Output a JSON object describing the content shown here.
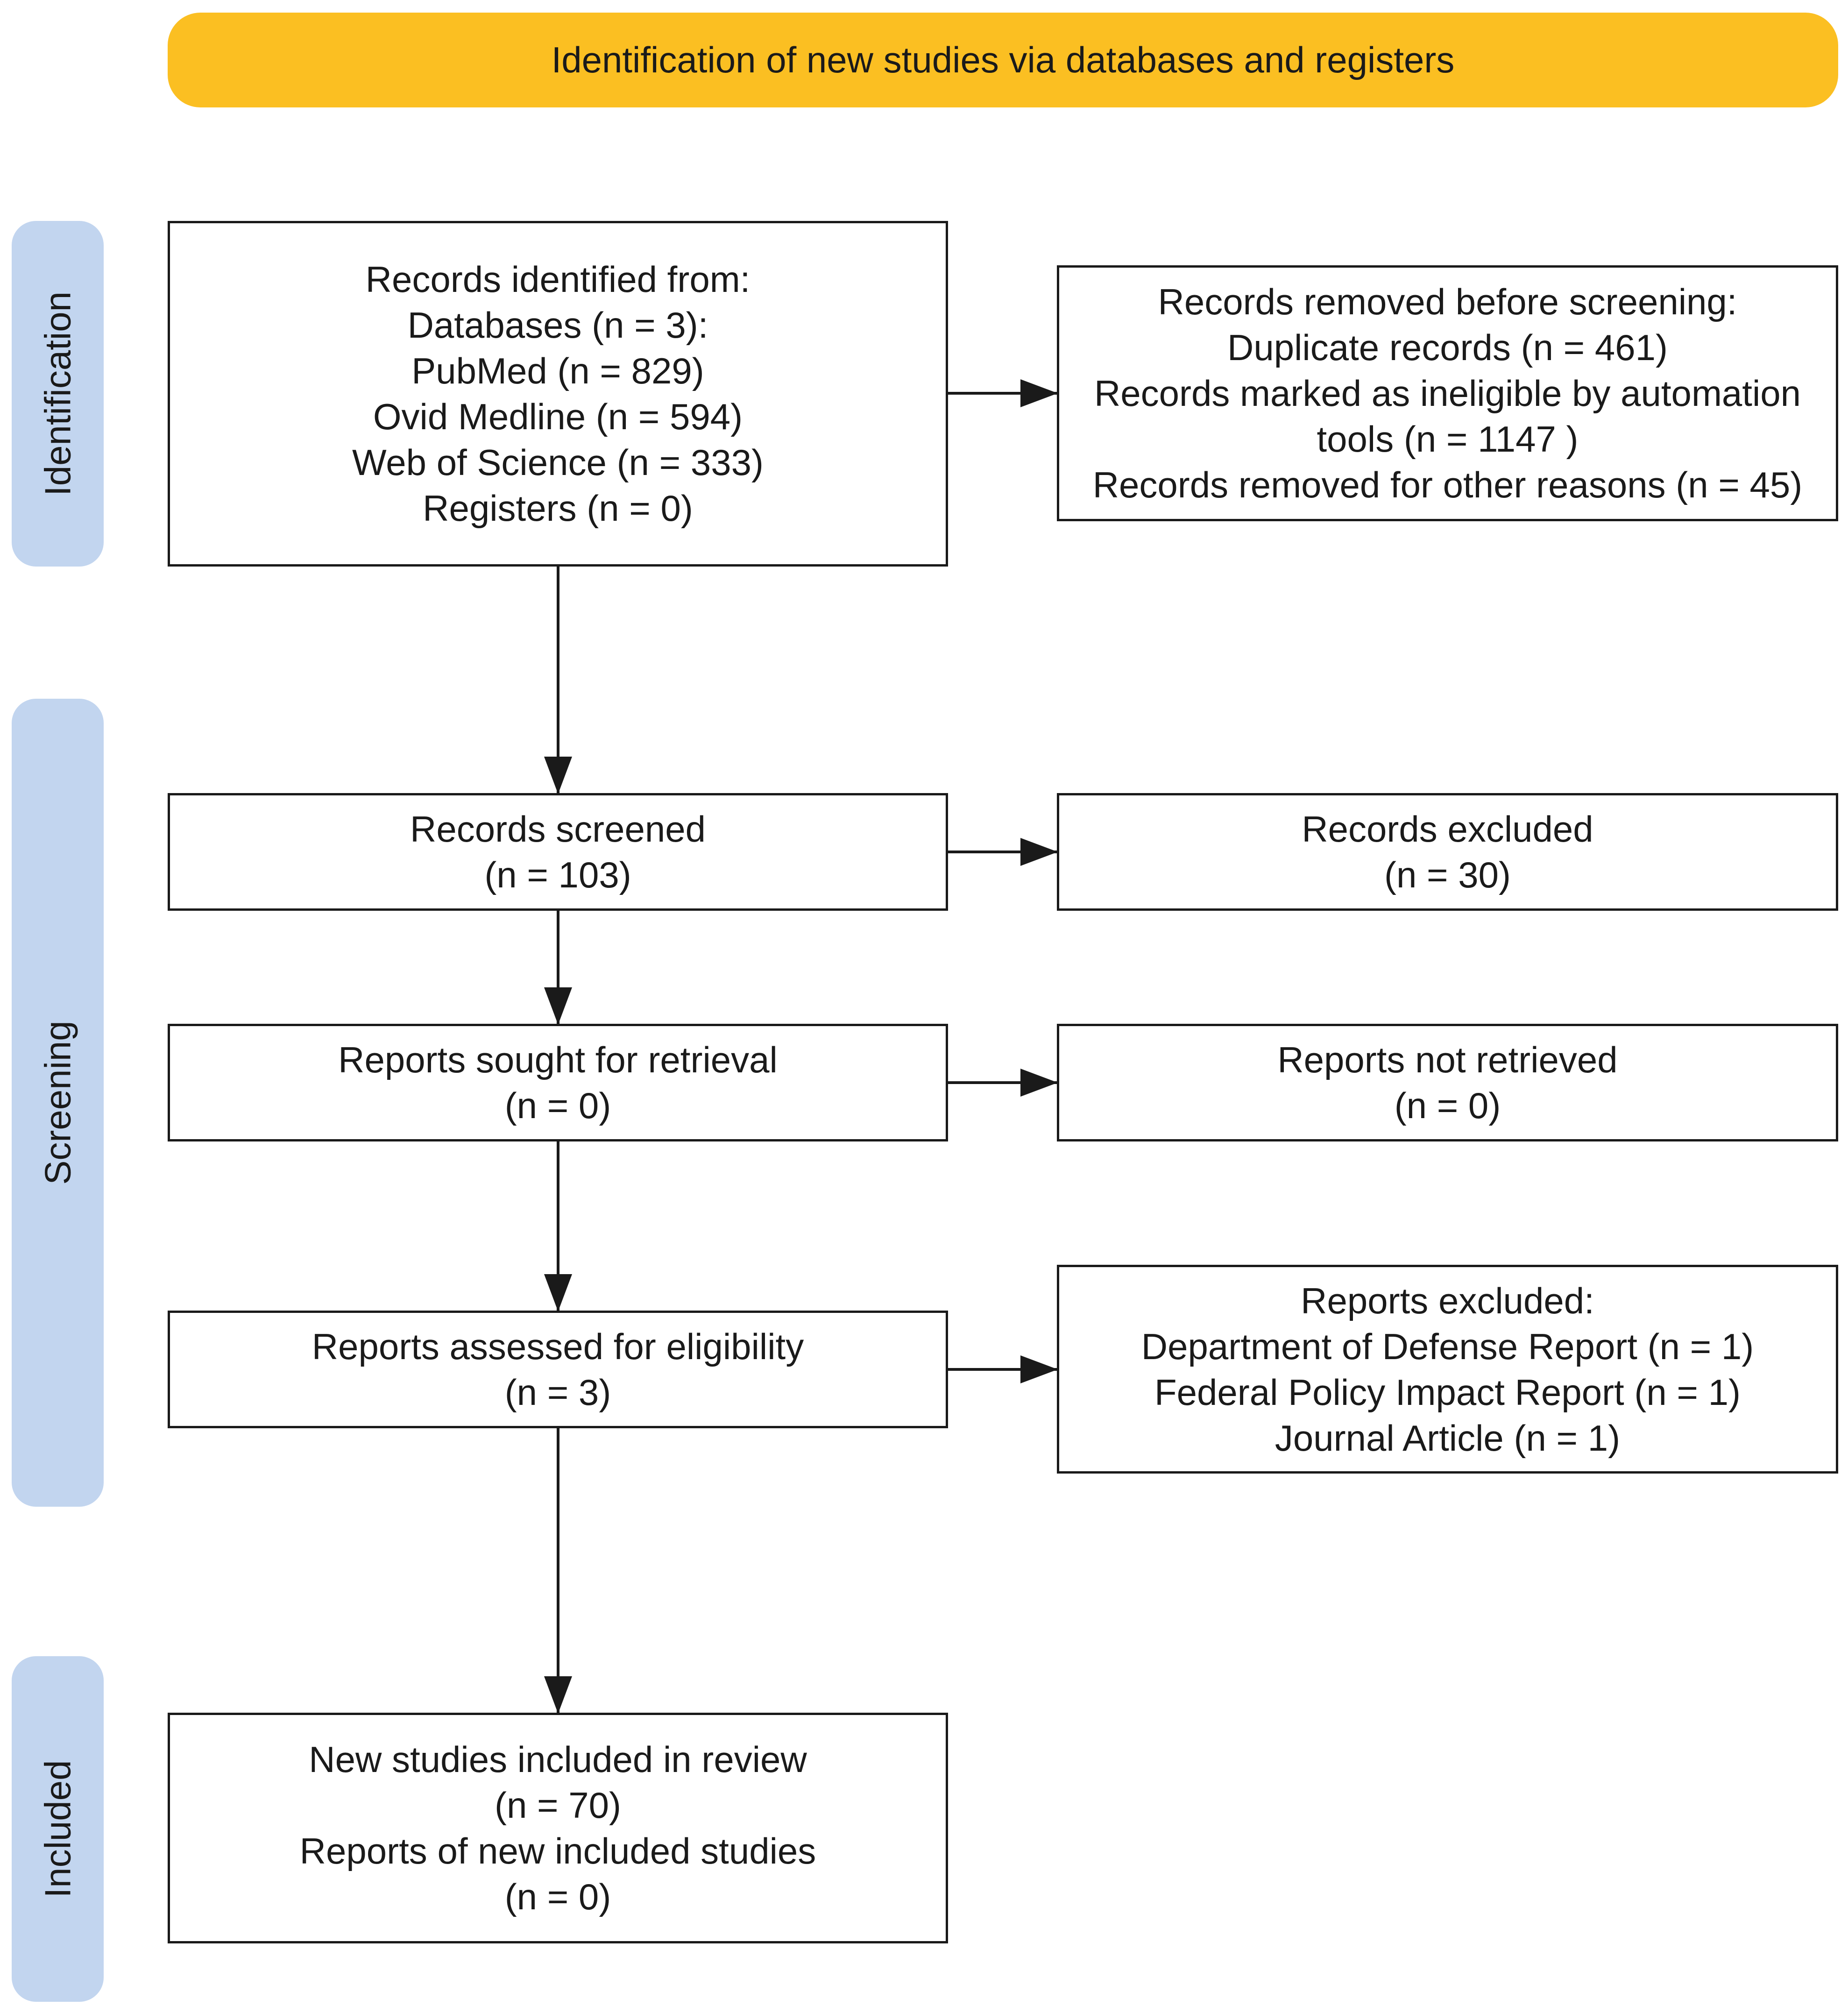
{
  "header": {
    "title": "Identification of new studies via databases and registers"
  },
  "phases": {
    "identification": "Identification",
    "screening": "Screening",
    "included": "Included"
  },
  "boxes": {
    "identified": {
      "lines": [
        "Records identified from:",
        "Databases (n = 3):",
        "PubMed (n = 829)",
        "Ovid Medline (n = 594)",
        "Web of Science (n = 333)",
        "Registers (n = 0)"
      ]
    },
    "removed": {
      "lines": [
        "Records removed before screening:",
        "Duplicate records (n = 461)",
        "Records marked as ineligible by automation",
        "tools (n = 1147 )",
        "Records removed for other reasons (n = 45)"
      ]
    },
    "screened": {
      "lines": [
        "Records screened",
        "(n = 103)"
      ]
    },
    "excluded": {
      "lines": [
        "Records excluded",
        "(n = 30)"
      ]
    },
    "sought": {
      "lines": [
        "Reports sought for retrieval",
        "(n = 0)"
      ]
    },
    "not_retrieved": {
      "lines": [
        "Reports not retrieved",
        "(n = 0)"
      ]
    },
    "assessed": {
      "lines": [
        "Reports assessed for eligibility",
        "(n = 3)"
      ]
    },
    "reports_excluded": {
      "lines": [
        "Reports excluded:",
        "Department of Defense Report (n = 1)",
        "Federal Policy Impact Report (n = 1)",
        "Journal Article (n = 1)"
      ]
    },
    "included": {
      "lines": [
        "New studies included in review",
        "(n = 70)",
        "Reports of new included studies",
        "(n = 0)"
      ]
    }
  },
  "colors": {
    "header_fill": "#fbbf22",
    "phase_fill": "#c2d5ef",
    "box_border": "#1a1a1a"
  }
}
